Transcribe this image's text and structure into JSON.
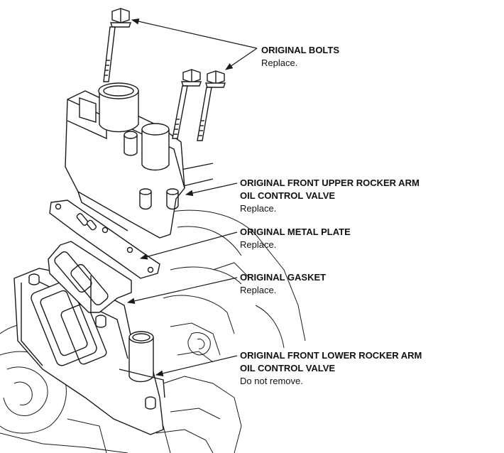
{
  "colors": {
    "line": "#1a1a1a",
    "fill": "#ffffff",
    "shade": "#d9d9d9"
  },
  "callouts": {
    "bolts": {
      "title": "ORIGINAL BOLTS",
      "note": "Replace."
    },
    "upper_valve": {
      "title_line1": "ORIGINAL FRONT UPPER ROCKER ARM",
      "title_line2": "OIL CONTROL VALVE",
      "note": "Replace."
    },
    "metal_plate": {
      "title": "ORIGINAL METAL PLATE",
      "note": "Replace."
    },
    "gasket": {
      "title": "ORIGINAL GASKET",
      "note": "Replace."
    },
    "lower_valve": {
      "title_line1": "ORIGINAL FRONT LOWER ROCKER ARM",
      "title_line2": "OIL CONTROL VALVE",
      "note": "Do not remove."
    }
  }
}
